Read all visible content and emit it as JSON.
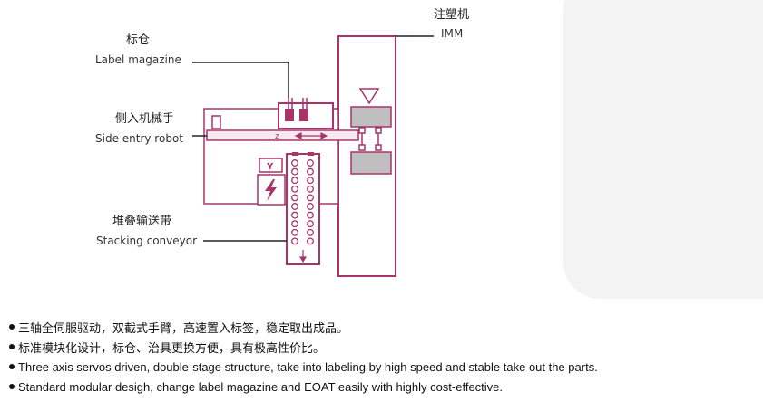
{
  "labels": {
    "imm_cn": "注塑机",
    "imm_en": "IMM",
    "magazine_cn": "标仓",
    "magazine_en": "Label magazine",
    "robot_cn": "侧入机械手",
    "robot_en": "Side entry robot",
    "conveyor_cn": "堆叠输送带",
    "conveyor_en": "Stacking conveyor",
    "axis_z": "z",
    "axis_y": "Y"
  },
  "bullets": [
    "三轴全伺服驱动，双截式手臂，高速置入标签，稳定取出成品。",
    "标准模块化设计，标仓、治具更换方便，具有极高性价比。",
    "Three axis servos driven, double-stage structure, take into labeling by high speed and stable take out the parts.",
    "Standard modular desigh, change label magazine and EOAT easily with highly cost-effective."
  ],
  "colors": {
    "outline": "#a8346a",
    "gray_block": "#bfbfbf",
    "fill_pink": "#f7e9ef",
    "leader": "#222222"
  },
  "icons": {
    "bolt": "lightning-bolt-icon",
    "triangle": "down-triangle-icon",
    "arrow": "double-arrow-icon"
  }
}
